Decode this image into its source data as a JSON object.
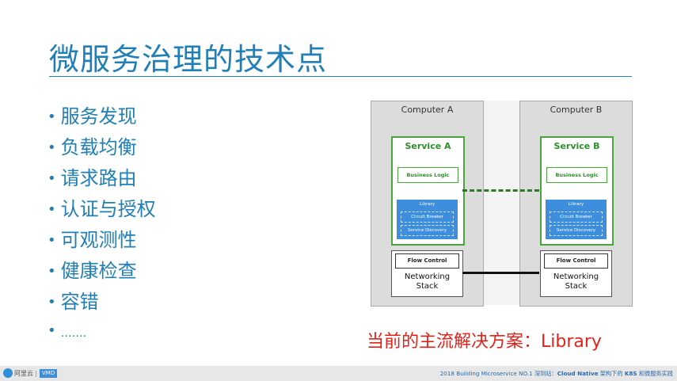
{
  "title": "微服务治理的技术点",
  "bullets": [
    "服务发现",
    "负载均衡",
    "请求路由",
    "认证与授权",
    "可观测性",
    "健康检查",
    "容错",
    "……."
  ],
  "diagram": {
    "computer_a": {
      "label": "Computer A",
      "service": "Service A",
      "business_logic": "Business Logic",
      "library": "Library",
      "circuit_breaker": "Circuit Breaker",
      "service_discovery": "Service Discovery",
      "flow_control": "Flow Control",
      "networking_line1": "Networking",
      "networking_line2": "Stack"
    },
    "computer_b": {
      "label": "Computer B",
      "service": "Service B",
      "business_logic": "Business Logic",
      "library": "Library",
      "circuit_breaker": "Circuit Breaker",
      "service_discovery": "Service Discovery",
      "flow_control": "Flow Control",
      "networking_line1": "Networking",
      "networking_line2": "Stack"
    }
  },
  "solution": "当前的主流解决方案：Library",
  "footer": {
    "logo_text": "阿里云",
    "badge": "VMD",
    "text_prefix": "2018 Building Microservice NO.1 深圳站：",
    "text_bold": "Cloud Native",
    "text_mid": " 架构下的 ",
    "text_bold2": "K8S",
    "text_suffix": " 和微服务实践"
  },
  "colors": {
    "title_blue": "#1f7fb6",
    "service_green": "#4aa53b",
    "library_blue": "#3d8fde",
    "solution_red": "#e2231a"
  }
}
